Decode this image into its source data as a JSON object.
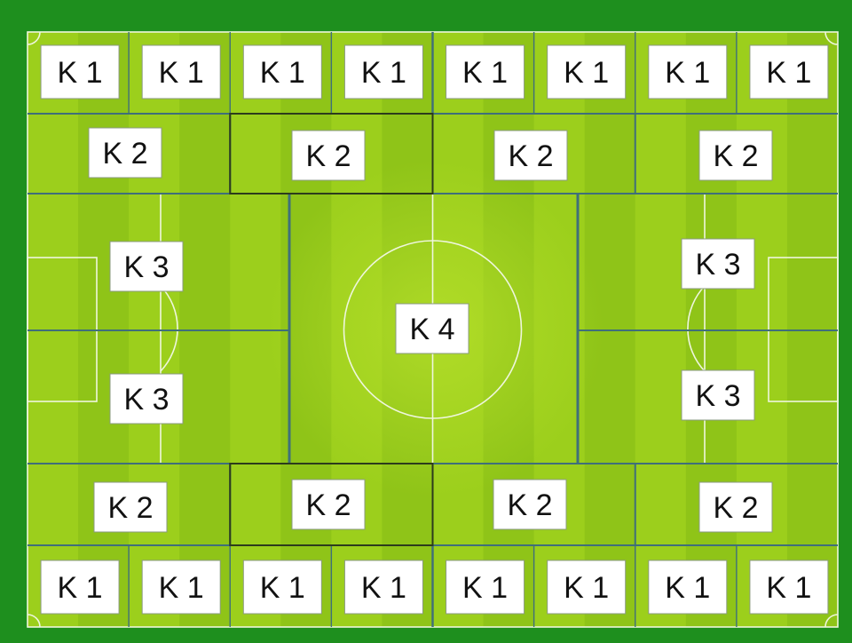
{
  "pitch": {
    "colors": {
      "border": "#1e8f1e",
      "stripe_light": "#9ccf1c",
      "stripe_dark": "#8fc418",
      "center_glow": "#b2dc28",
      "line": "#eef6dd",
      "zone_line": "#3f6f7a",
      "label_bg": "#ffffff",
      "label_text": "#111111"
    },
    "labels": {
      "k1": "K 1",
      "k2": "K 2",
      "k3": "K 3",
      "k4": "K 4"
    }
  },
  "zones": {
    "top_k1": [
      "k1",
      "k1",
      "k1",
      "k1",
      "k1",
      "k1",
      "k1",
      "k1"
    ],
    "top_k2": [
      "k2",
      "k2",
      "k2",
      "k2"
    ],
    "left_k3": [
      "k3",
      "k3"
    ],
    "center_k4": [
      "k4"
    ],
    "right_k3": [
      "k3",
      "k3"
    ],
    "bottom_k2": [
      "k2",
      "k2",
      "k2",
      "k2"
    ],
    "bottom_k1": [
      "k1",
      "k1",
      "k1",
      "k1",
      "k1",
      "k1",
      "k1",
      "k1"
    ]
  }
}
